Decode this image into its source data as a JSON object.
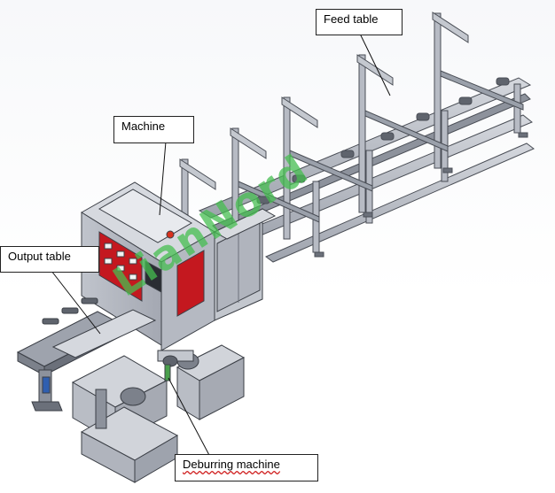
{
  "figure": {
    "labels": {
      "feed_table": "Feed table",
      "machine": "Machine",
      "output_table": "Output table",
      "deburring_machine": "Deburring machine"
    },
    "watermark": "LianNord",
    "colors": {
      "frame": "#a4a9b3",
      "frame_dark": "#6b707a",
      "cabinet": "#c9ccd4",
      "panel_red": "#c4181f",
      "watermark": "#46be50",
      "leader": "#111111"
    }
  }
}
